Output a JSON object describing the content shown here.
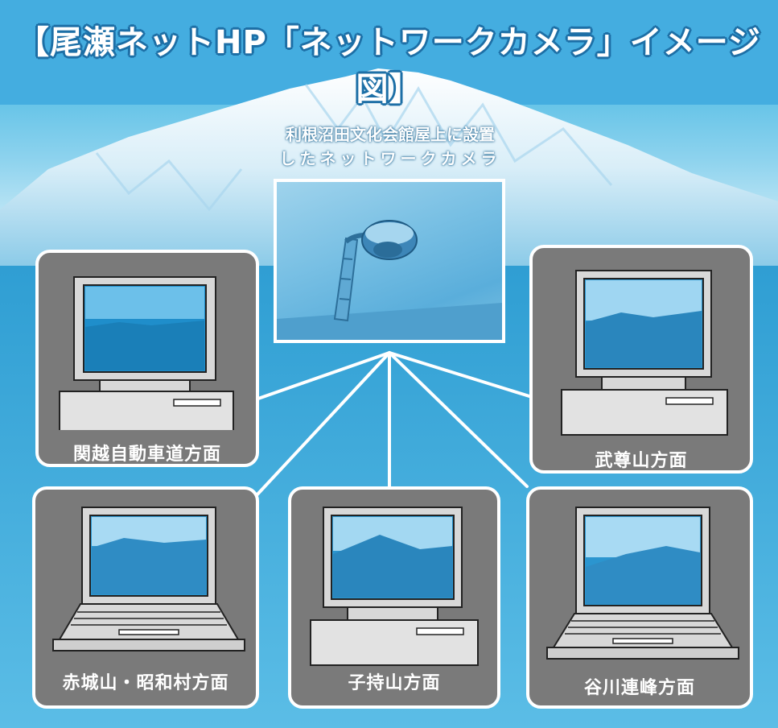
{
  "title": "【尾瀬ネットHP「ネットワークカメラ」イメージ図】",
  "camera": {
    "caption_line1": "利根沼田文化会館屋上に設置",
    "caption_line2": "したネットワークカメラ"
  },
  "views": [
    {
      "id": "kanetsu",
      "label": "関越自動車道方面",
      "device": "desktop"
    },
    {
      "id": "hotaka",
      "label": "武尊山方面",
      "device": "desktop"
    },
    {
      "id": "akagi",
      "label": "赤城山・昭和村方面",
      "device": "laptop"
    },
    {
      "id": "komochi",
      "label": "子持山方面",
      "device": "desktop"
    },
    {
      "id": "tanigawa",
      "label": "谷川連峰方面",
      "device": "laptop"
    }
  ],
  "colors": {
    "panel": "#7a7a7a",
    "sky": "#3aa9da",
    "title_outline": "#1d6fa6"
  }
}
